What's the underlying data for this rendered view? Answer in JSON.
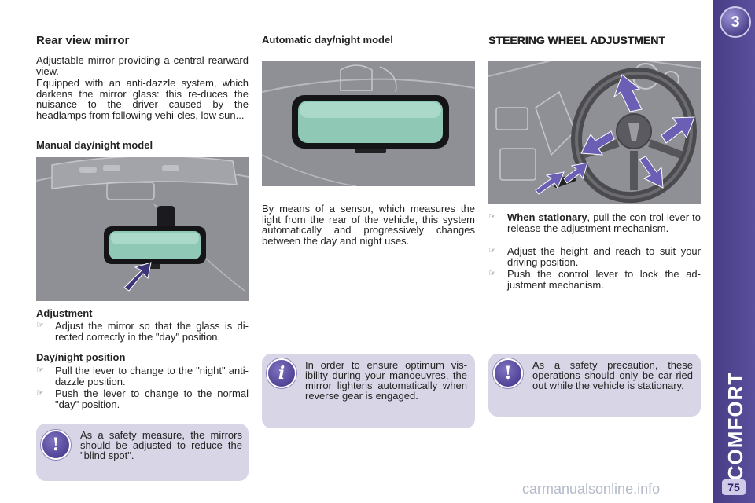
{
  "rear_view": {
    "title": "Rear view mirror",
    "intro1": "Adjustable mirror providing a central rearward view.",
    "intro2": "Equipped with an anti-dazzle system, which darkens the mirror glass: this re-duces the nuisance to the driver caused by the headlamps from following vehi-cles, low sun...",
    "manual_heading": "Manual day/night model",
    "adjustment_heading": "Adjustment",
    "adjustment_bullets": [
      "Adjust the mirror so that the glass is di-rected correctly in the \"day\" position."
    ],
    "daynight_heading": "Day/night position",
    "daynight_bullets": [
      "Pull the lever to change to the \"night\" anti-dazzle position.",
      "Push the lever to change to the normal \"day\" position."
    ],
    "note": "As a safety measure, the mirrors should be adjusted to reduce the \"blind spot\"."
  },
  "automatic": {
    "heading": "Automatic day/night model",
    "body": "By means of a sensor, which measures the light from the rear of the vehicle, this system automatically and progressively changes between the day and night uses.",
    "note": "In order to ensure optimum vis-ibility during your manoeuvres, the mirror lightens automatically when reverse gear is engaged."
  },
  "steering": {
    "title": "STEERING WHEEL ADJUSTMENT",
    "bullet1_bold": "When stationary",
    "bullet1_rest": ", pull the con-trol lever to release the adjustment mechanism.",
    "bullet2": "Adjust the height and reach to suit your driving position.",
    "bullet3": "Push the control lever to lock the ad-justment mechanism.",
    "note": "As a safety precaution, these operations should only be car-ried out while the vehicle is stationary."
  },
  "sidebar": {
    "chapter": "3",
    "title": "COMFORT",
    "page": "75"
  },
  "watermark": "carmanualsonline.info",
  "icons": {
    "bullet": "pointing-hand-icon",
    "warning": "exclamation-icon",
    "info": "info-icon"
  },
  "colors": {
    "accent": "#4a3f8e",
    "note_bg": "#d8d6e6",
    "figure_bg": "#8f9096"
  }
}
